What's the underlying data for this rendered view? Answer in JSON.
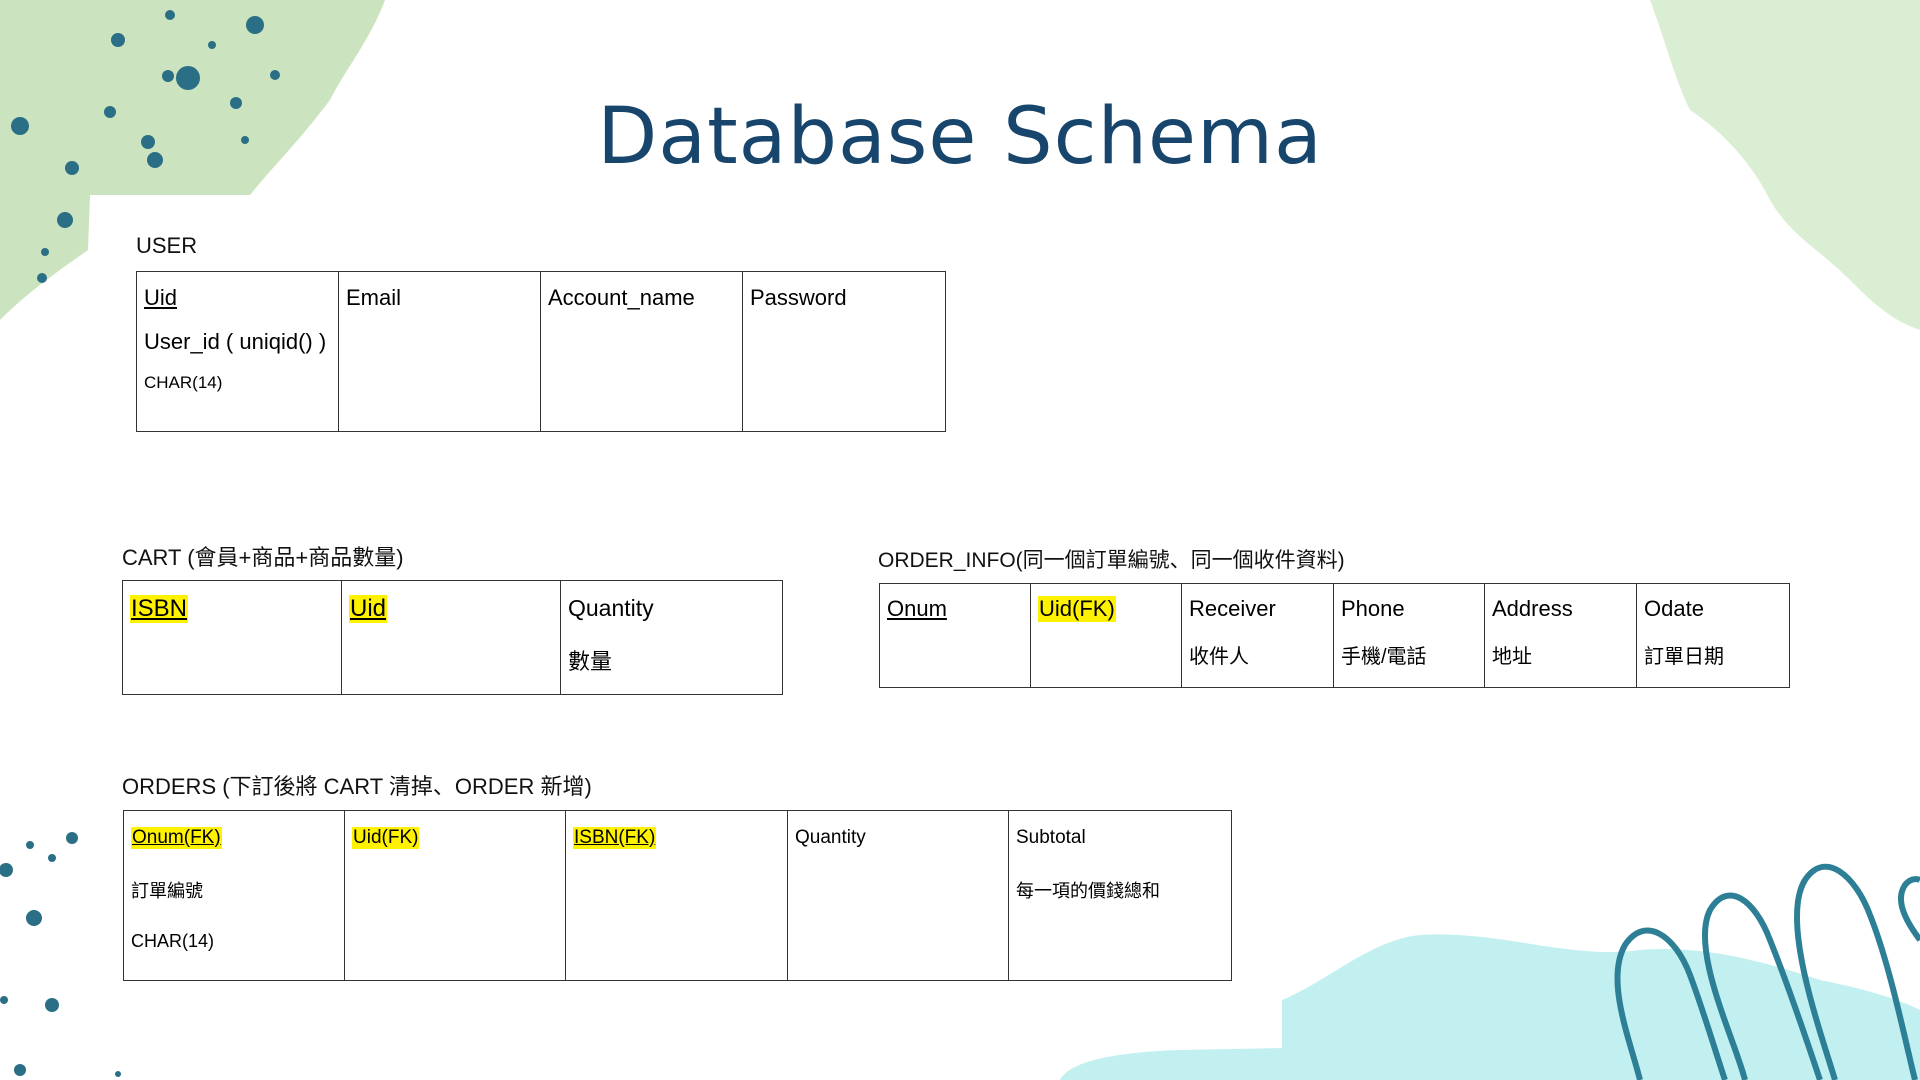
{
  "slide": {
    "title": "Database Schema",
    "colors": {
      "title": "#17456b",
      "highlight": "#fff200",
      "green_splash": "#c6e0b8",
      "teal_splash": "#bfeff0",
      "dots": "#2a6f86",
      "loops": "#2d7f96"
    }
  },
  "tables": {
    "user": {
      "label": "USER",
      "columns": [
        {
          "name": "Uid",
          "desc": "User_id ( uniqid() )",
          "type": "CHAR(14)"
        },
        {
          "name": "Email"
        },
        {
          "name": "Account_name"
        },
        {
          "name": "Password"
        }
      ]
    },
    "cart": {
      "label": "CART (會員+商品+商品數量)",
      "columns": [
        {
          "name": "ISBN"
        },
        {
          "name": "Uid"
        },
        {
          "name": "Quantity",
          "desc": "數量"
        }
      ]
    },
    "order_info": {
      "label": "ORDER_INFO(同一個訂單編號、同一個收件資料)",
      "columns": [
        {
          "name": "Onum"
        },
        {
          "name": "Uid(FK)"
        },
        {
          "name": "Receiver",
          "desc": "收件人"
        },
        {
          "name": "Phone",
          "desc": "手機/電話"
        },
        {
          "name": "Address",
          "desc": "地址"
        },
        {
          "name": "Odate",
          "desc": "訂單日期"
        }
      ]
    },
    "orders": {
      "label": "ORDERS (下訂後將 CART 清掉、ORDER 新增)",
      "columns": [
        {
          "name": "Onum(FK)",
          "desc": "訂單編號",
          "type": "CHAR(14)"
        },
        {
          "name": "Uid(FK)"
        },
        {
          "name": "ISBN(FK)"
        },
        {
          "name": "Quantity"
        },
        {
          "name": "Subtotal",
          "desc": "每一項的價錢總和"
        }
      ]
    }
  }
}
